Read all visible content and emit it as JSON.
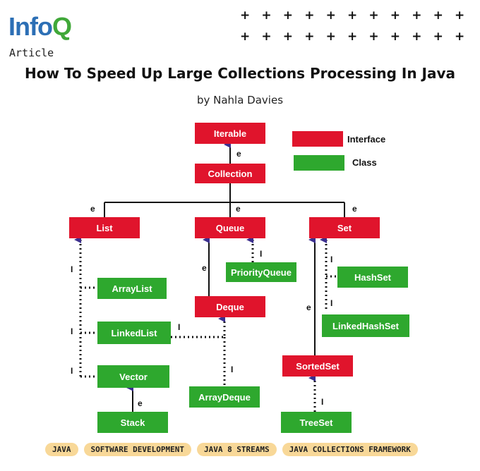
{
  "header": {
    "logo_main": "Info",
    "logo_accent": "Q",
    "content_type": "Article",
    "title": "How To Speed Up Large Collections Processing In Java",
    "author": "by Nahla Davies"
  },
  "decoration": {
    "plus_glyph": "+"
  },
  "colors": {
    "interface": "#e0142c",
    "class": "#2ea82e",
    "brand_blue": "#2c6fb5",
    "brand_green": "#40a839",
    "tag_bg": "#f8d898"
  },
  "legend": {
    "interface_label": "Interface",
    "class_label": "Class"
  },
  "nodes": {
    "iterable": {
      "label": "Iterable",
      "kind": "interface"
    },
    "collection": {
      "label": "Collection",
      "kind": "interface"
    },
    "list": {
      "label": "List",
      "kind": "interface"
    },
    "queue": {
      "label": "Queue",
      "kind": "interface"
    },
    "set": {
      "label": "Set",
      "kind": "interface"
    },
    "deque": {
      "label": "Deque",
      "kind": "interface"
    },
    "sortedset": {
      "label": "SortedSet",
      "kind": "interface"
    },
    "priorityqueue": {
      "label": "PriorityQueue",
      "kind": "class"
    },
    "arraylist": {
      "label": "ArrayList",
      "kind": "class"
    },
    "linkedlist": {
      "label": "LinkedList",
      "kind": "class"
    },
    "vector": {
      "label": "Vector",
      "kind": "class"
    },
    "stack": {
      "label": "Stack",
      "kind": "class"
    },
    "arraydeque": {
      "label": "ArrayDeque",
      "kind": "class"
    },
    "hashset": {
      "label": "HashSet",
      "kind": "class"
    },
    "linkedhashset": {
      "label": "LinkedHashSet",
      "kind": "class"
    },
    "treeset": {
      "label": "TreeSet",
      "kind": "class"
    }
  },
  "edge_labels": {
    "extends": "e",
    "implements": "I"
  },
  "tags": [
    "JAVA",
    "SOFTWARE DEVELOPMENT",
    "JAVA 8 STREAMS",
    "JAVA COLLECTIONS FRAMEWORK"
  ]
}
